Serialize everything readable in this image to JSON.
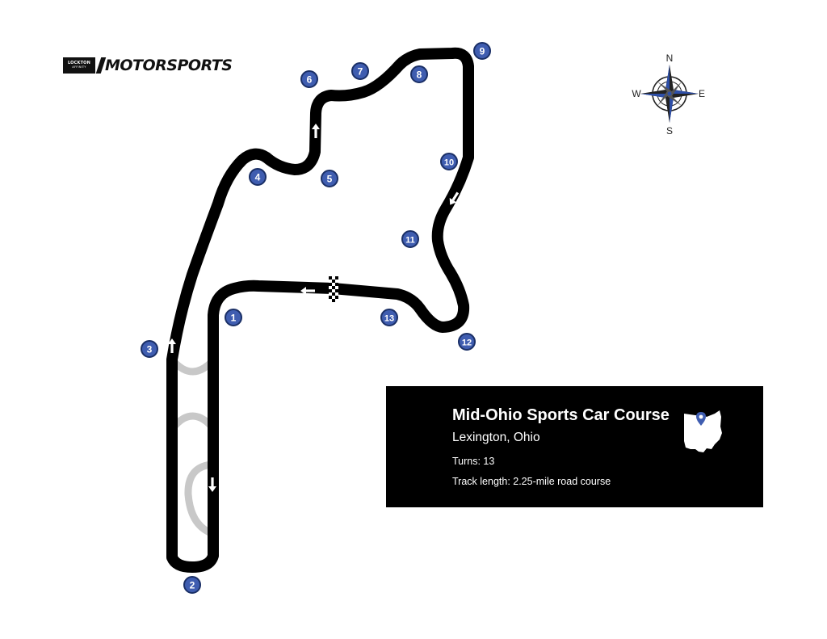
{
  "brand": {
    "badge_line1": "LOCKTON",
    "badge_line2": "AFFINITY",
    "wordmark": "MOTORSPORTS"
  },
  "compass": {
    "north": "N",
    "south": "S",
    "east": "E",
    "west": "W"
  },
  "colors": {
    "track": "#000000",
    "runoff": "#c8c8c8",
    "marker_fill": "#3f5db0",
    "marker_ring": "#1a2f66",
    "compass_blue": "#2e4fa8",
    "info_bg": "#000000"
  },
  "turns": [
    "1",
    "2",
    "3",
    "4",
    "5",
    "6",
    "7",
    "8",
    "9",
    "10",
    "11",
    "12",
    "13"
  ],
  "info": {
    "title": "Mid-Ohio Sports Car Course",
    "location": "Lexington, Ohio",
    "turns_line": "Turns: 13",
    "length_line": "Track length: 2.25-mile road course"
  },
  "features": {
    "start_finish": "checkered-flag",
    "direction_arrows": 5,
    "runoff_loops": 3,
    "state_icon": "ohio-state-with-pin"
  }
}
